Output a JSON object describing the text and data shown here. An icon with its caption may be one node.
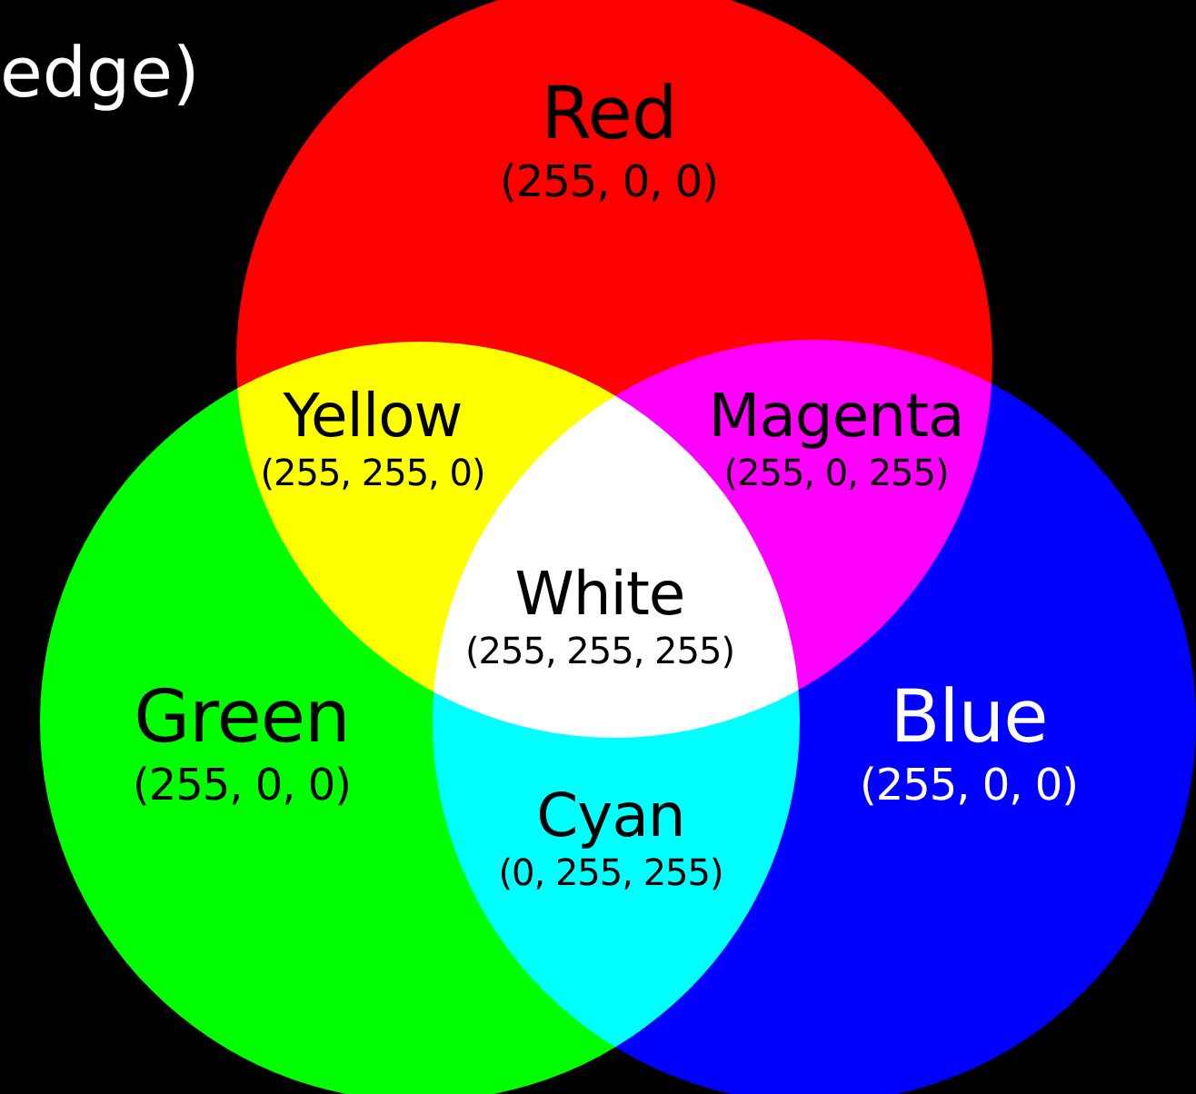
{
  "diagram": {
    "nodes": [
      {
        "text": [
          "Red",
          "(255, 0, 0)"
        ]
      },
      {
        "text": [
          "Green",
          "(255, 0, 0)"
        ]
      },
      {
        "text": [
          "Blue",
          "(255, 0, 0)"
        ]
      },
      {
        "text": [
          "Yellow",
          "(255, 255, 0)"
        ]
      },
      {
        "text": [
          "Magenta",
          "(255, 0, 255)"
        ]
      },
      {
        "text": [
          "White",
          "(255, 255, 255)"
        ]
      },
      {
        "text": [
          "Cyan",
          "(0, 255, 255)"
        ]
      }
    ],
    "edges": [],
    "labels": [
      "edge)"
    ]
  }
}
